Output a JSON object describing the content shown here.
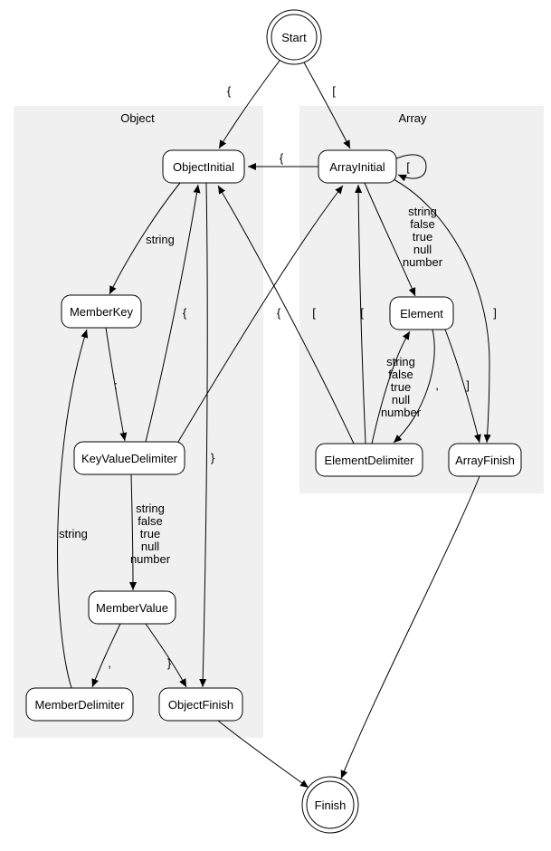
{
  "diagram": {
    "colors": {
      "cluster_bg": "#f0f0f0",
      "node_fill": "#ffffff",
      "stroke": "#000000"
    },
    "clusters": {
      "object": {
        "label": "Object"
      },
      "array": {
        "label": "Array"
      }
    },
    "nodes": {
      "start": {
        "label": "Start",
        "shape": "doublecircle"
      },
      "objectInitial": {
        "label": "ObjectInitial"
      },
      "arrayInitial": {
        "label": "ArrayInitial"
      },
      "memberKey": {
        "label": "MemberKey"
      },
      "element": {
        "label": "Element"
      },
      "keyValueDelimiter": {
        "label": "KeyValueDelimiter"
      },
      "elementDelimiter": {
        "label": "ElementDelimiter"
      },
      "arrayFinish": {
        "label": "ArrayFinish"
      },
      "memberValue": {
        "label": "MemberValue"
      },
      "memberDelimiter": {
        "label": "MemberDelimiter"
      },
      "objectFinish": {
        "label": "ObjectFinish"
      },
      "finish": {
        "label": "Finish",
        "shape": "doublecircle"
      }
    },
    "edges": {
      "start_to_objectInitial": {
        "from": "Start",
        "to": "ObjectInitial",
        "label": "{"
      },
      "start_to_arrayInitial": {
        "from": "Start",
        "to": "ArrayInitial",
        "label": "["
      },
      "arrayInitial_to_objectInitial": {
        "from": "ArrayInitial",
        "to": "ObjectInitial",
        "label": "{"
      },
      "arrayInitial_self": {
        "from": "ArrayInitial",
        "to": "ArrayInitial",
        "label": "["
      },
      "objectInitial_to_memberKey": {
        "from": "ObjectInitial",
        "to": "MemberKey",
        "label": "string"
      },
      "arrayInitial_to_element": {
        "from": "ArrayInitial",
        "to": "Element",
        "lines": [
          "string",
          "false",
          "true",
          "null",
          "number"
        ]
      },
      "memberKey_to_keyValueDelimiter": {
        "from": "MemberKey",
        "to": "KeyValueDelimiter",
        "label": ":"
      },
      "keyValueDelimiter_to_memberValue": {
        "from": "KeyValueDelimiter",
        "to": "MemberValue",
        "lines": [
          "string",
          "false",
          "true",
          "null",
          "number"
        ]
      },
      "keyValueDelimiter_to_objectInitial": {
        "from": "KeyValueDelimiter",
        "to": "ObjectInitial",
        "label": "{"
      },
      "keyValueDelimiter_to_arrayInitial": {
        "from": "KeyValueDelimiter",
        "to": "ArrayInitial",
        "label": "["
      },
      "elementDelimiter_to_objectInitial": {
        "from": "ElementDelimiter",
        "to": "ObjectInitial",
        "label": "{"
      },
      "elementDelimiter_to_arrayInitial": {
        "from": "ElementDelimiter",
        "to": "ArrayInitial",
        "label": "["
      },
      "elementDelimiter_to_element": {
        "from": "ElementDelimiter",
        "to": "Element",
        "lines": [
          "string",
          "false",
          "true",
          "null",
          "number"
        ]
      },
      "element_to_elementDelimiter": {
        "from": "Element",
        "to": "ElementDelimiter",
        "label": ","
      },
      "element_to_arrayFinish": {
        "from": "Element",
        "to": "ArrayFinish",
        "label": "]"
      },
      "arrayInitial_to_arrayFinish": {
        "from": "ArrayInitial",
        "to": "ArrayFinish",
        "label": "]"
      },
      "objectInitial_to_objectFinish": {
        "from": "ObjectInitial",
        "to": "ObjectFinish",
        "label": "}"
      },
      "memberValue_to_memberDelimiter": {
        "from": "MemberValue",
        "to": "MemberDelimiter",
        "label": ","
      },
      "memberValue_to_objectFinish": {
        "from": "MemberValue",
        "to": "ObjectFinish",
        "label": "}"
      },
      "memberDelimiter_to_memberKey": {
        "from": "MemberDelimiter",
        "to": "MemberKey",
        "label": "string"
      },
      "objectFinish_to_finish": {
        "from": "ObjectFinish",
        "to": "Finish",
        "label": ""
      },
      "arrayFinish_to_finish": {
        "from": "ArrayFinish",
        "to": "Finish",
        "label": ""
      }
    }
  }
}
